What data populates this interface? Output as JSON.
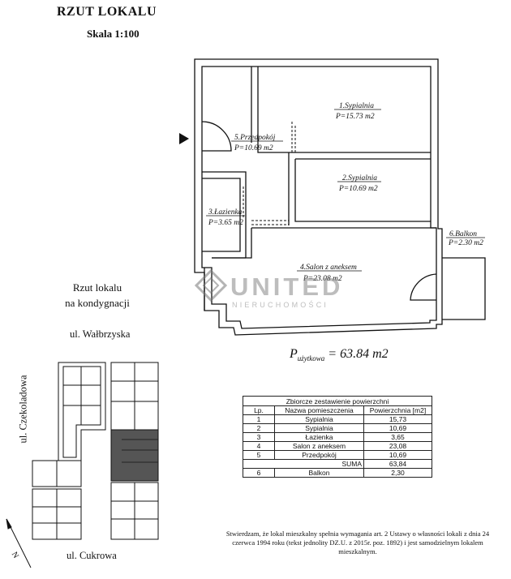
{
  "header": {
    "title": "RZUT LOKALU",
    "scale": "Skala 1:100"
  },
  "rooms": [
    {
      "name": "1.Sypialnia",
      "area": "P=15.73 m2"
    },
    {
      "name": "2.Sypialnia",
      "area": "P=10.69 m2"
    },
    {
      "name": "3.Łazienka",
      "area": "P=3.65 m2"
    },
    {
      "name": "4.Salon z aneksem",
      "area": "P=23.08 m2"
    },
    {
      "name": "5.Przedpokój",
      "area": "P=10.69 m2"
    },
    {
      "name": "6.Balkon",
      "area": "P=2.30 m2"
    }
  ],
  "total": {
    "symbol": "P",
    "subscript": "użytkowa",
    "value": "= 63.84 m2"
  },
  "site": {
    "caption_line1": "Rzut lokalu",
    "caption_line2": "na kondygnacji",
    "street_top": "ul. Wałbrzyska",
    "street_left": "ul. Czekoladowa",
    "street_bottom": "ul. Cukrowa",
    "north": "N"
  },
  "watermark": {
    "brand": "UNITED",
    "sub": "NIERUCHOMOŚCI"
  },
  "summary": {
    "caption": "Zbiorcze zestawienie powierzchni",
    "headers": [
      "Lp.",
      "Nazwa pomieszczenia",
      "Powierzchnia [m2]"
    ],
    "rows": [
      [
        "1",
        "Sypialnia",
        "15,73"
      ],
      [
        "2",
        "Sypialnia",
        "10,69"
      ],
      [
        "3",
        "Łazienka",
        "3,65"
      ],
      [
        "4",
        "Salon z aneksem",
        "23,08"
      ],
      [
        "5",
        "Przedpokój",
        "10,69"
      ]
    ],
    "sum_label": "SUMA",
    "sum_value": "63,84",
    "extra": [
      "6",
      "Balkon",
      "2,30"
    ]
  },
  "statement": "Stwierdzam, że lokal mieszkalny spełnia wymagania art. 2 Ustawy o własności lokali z dnia 24 czerwca 1994 roku (tekst jednolity DZ.U. z 2015r. poz. 1892) i jest samodzielnym lokalem mieszkalnym."
}
